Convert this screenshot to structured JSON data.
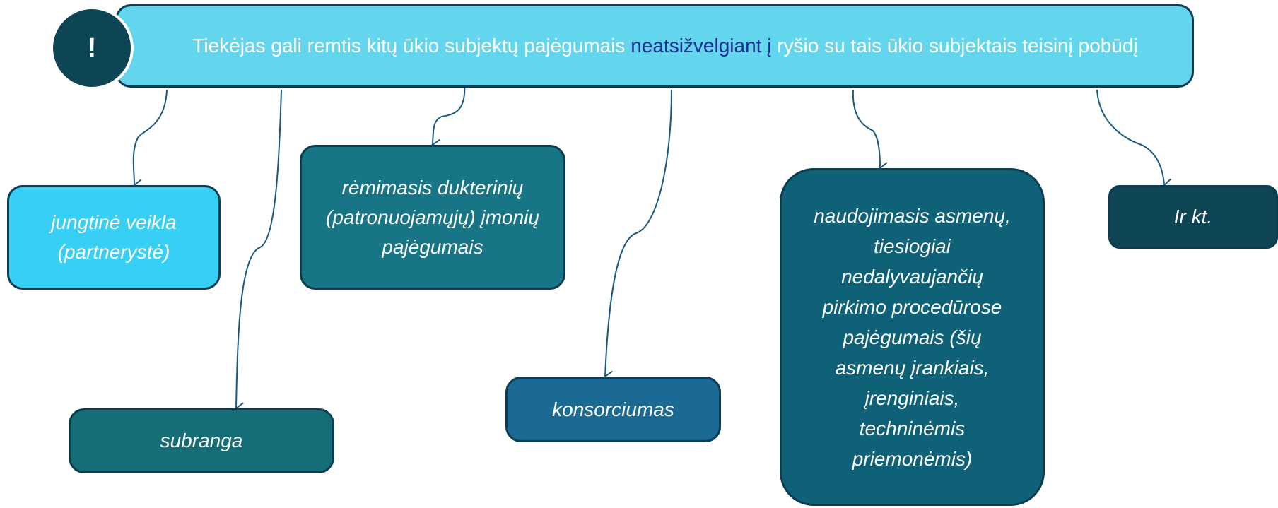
{
  "header": {
    "alert_symbol": "!",
    "text_before": "Tiekėjas gali remtis kitų ūkio subjektų pajėgumais ",
    "text_highlight": "neatsižvelgiant į",
    "text_after": " ryšio su tais ūkio subjektais teisinį pobūdį"
  },
  "nodes": {
    "jungtine_veikla": "jungtinė veikla (partnerystė)",
    "subranga": "subranga",
    "remimasis": "rėmimasis dukterinių (patronuojamųjų) įmonių pajėgumais",
    "konsorciumas": "konsorciumas",
    "naudojimasis": "naudojimasis asmenų, tiesiogiai nedalyvaujančių pirkimo procedūrose pajėgumais (šių asmenų įrankiais, įrenginiais, techninėmis priemonėmis)",
    "ir_kt": "Ir kt."
  },
  "colors": {
    "header_fill": "#63d5ec",
    "header_highlight": "#1a2f8f",
    "alert_circle": "#0e4555",
    "outline": "#0c3c50",
    "connector": "#1b5a80",
    "node_light_cyan": "#38cff5",
    "node_dark_teal": "#146d77",
    "node_teal": "#177585",
    "node_blue": "#1b6a93",
    "node_deep_teal": "#0f6178",
    "node_darkest": "#0e4555"
  }
}
